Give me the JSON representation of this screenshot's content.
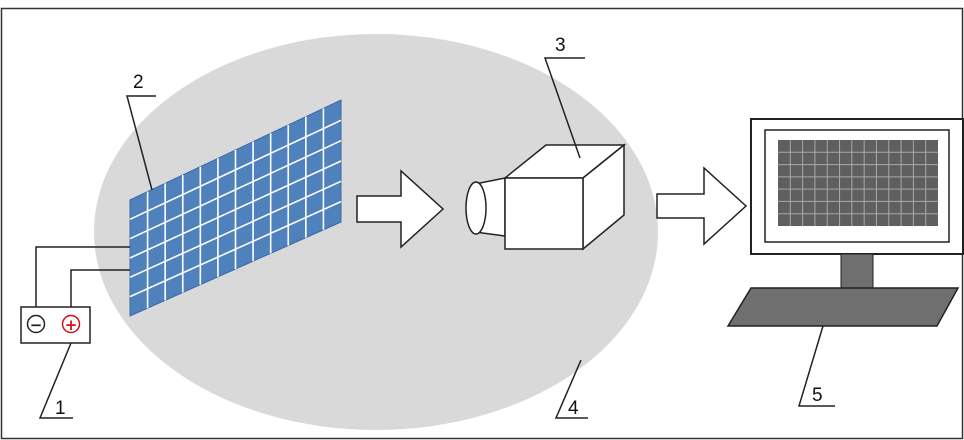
{
  "labels": {
    "battery": "1",
    "panel": "2",
    "camera": "3",
    "illumination": "4",
    "computer": "5"
  },
  "battery": {
    "negative_symbol": "−",
    "positive_symbol": "+"
  },
  "icons": [
    "battery-icon",
    "solar-panel-icon",
    "arrow-right-icon",
    "camera-icon",
    "monitor-icon",
    "keyboard-icon"
  ],
  "colors": {
    "ellipse": "#d9d9d9",
    "panel_cells": "#4f81bd",
    "screen": "#5f5f5f",
    "keyboard": "#6f6f6f",
    "positive": "#d0101b"
  }
}
